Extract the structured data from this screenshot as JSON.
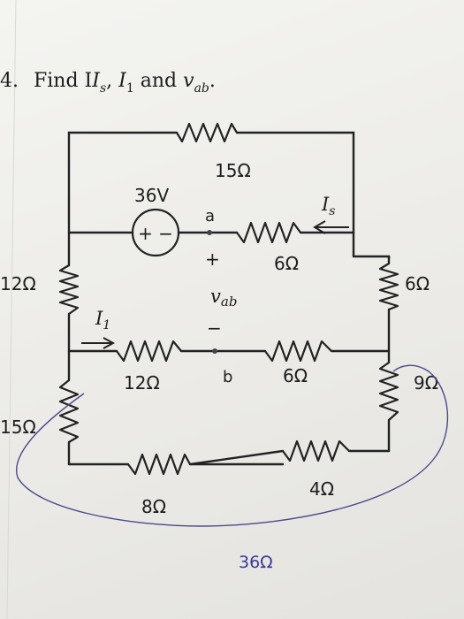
{
  "problem": {
    "number_fragment": "4.",
    "prompt_text": "Find I",
    "i_s": "I",
    "s_sub": "s",
    "sep1": ", ",
    "i_1": "I",
    "one_sub": "1",
    "and": " and ",
    "v": "v",
    "ab_sub": "ab",
    "period": "."
  },
  "circuit": {
    "source_voltage": "36V",
    "source_polarity": "+ −",
    "node_a": "a",
    "node_b": "b",
    "plus": "+",
    "minus": "−",
    "v_ab_v": "v",
    "v_ab_sub": "ab",
    "current_Is_I": "I",
    "current_Is_sub": "s",
    "current_I1_I": "I",
    "current_I1_sub": "1",
    "resistors": {
      "top": "15Ω",
      "upper_middle": "6Ω",
      "right_upper": "6Ω",
      "left_upper": "12Ω",
      "lower_left_horizontal": "12Ω",
      "lower_middle": "6Ω",
      "right_lower": "9Ω",
      "left_lower": "15Ω",
      "bottom_right": "4Ω",
      "bottom_left": "8Ω"
    }
  },
  "handwritten_note": "36Ω"
}
